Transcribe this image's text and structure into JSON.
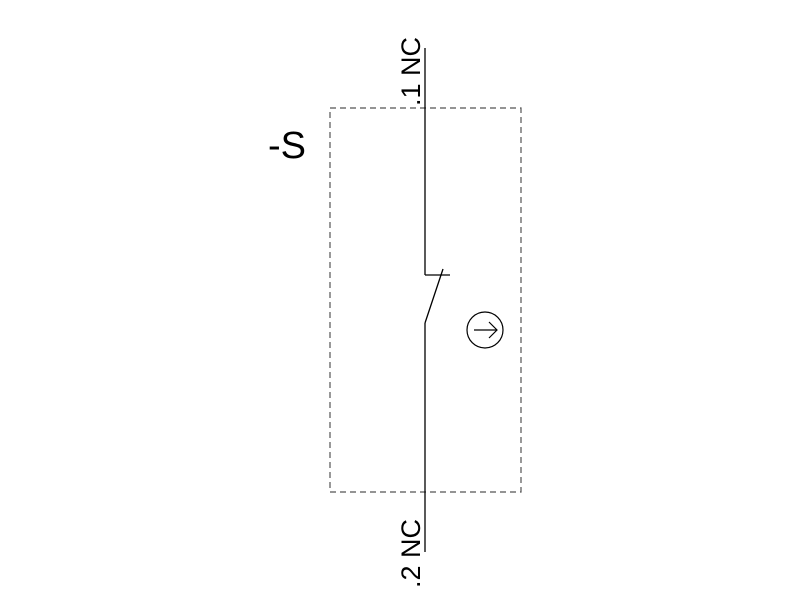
{
  "designation": "-S",
  "terminal_top": ".1 NC",
  "terminal_bottom": ".2 NC",
  "colors": {
    "line": "#000000",
    "box": "#555555",
    "background": "#ffffff"
  },
  "icons": {
    "actuator": "circle-arrow-right-icon"
  }
}
